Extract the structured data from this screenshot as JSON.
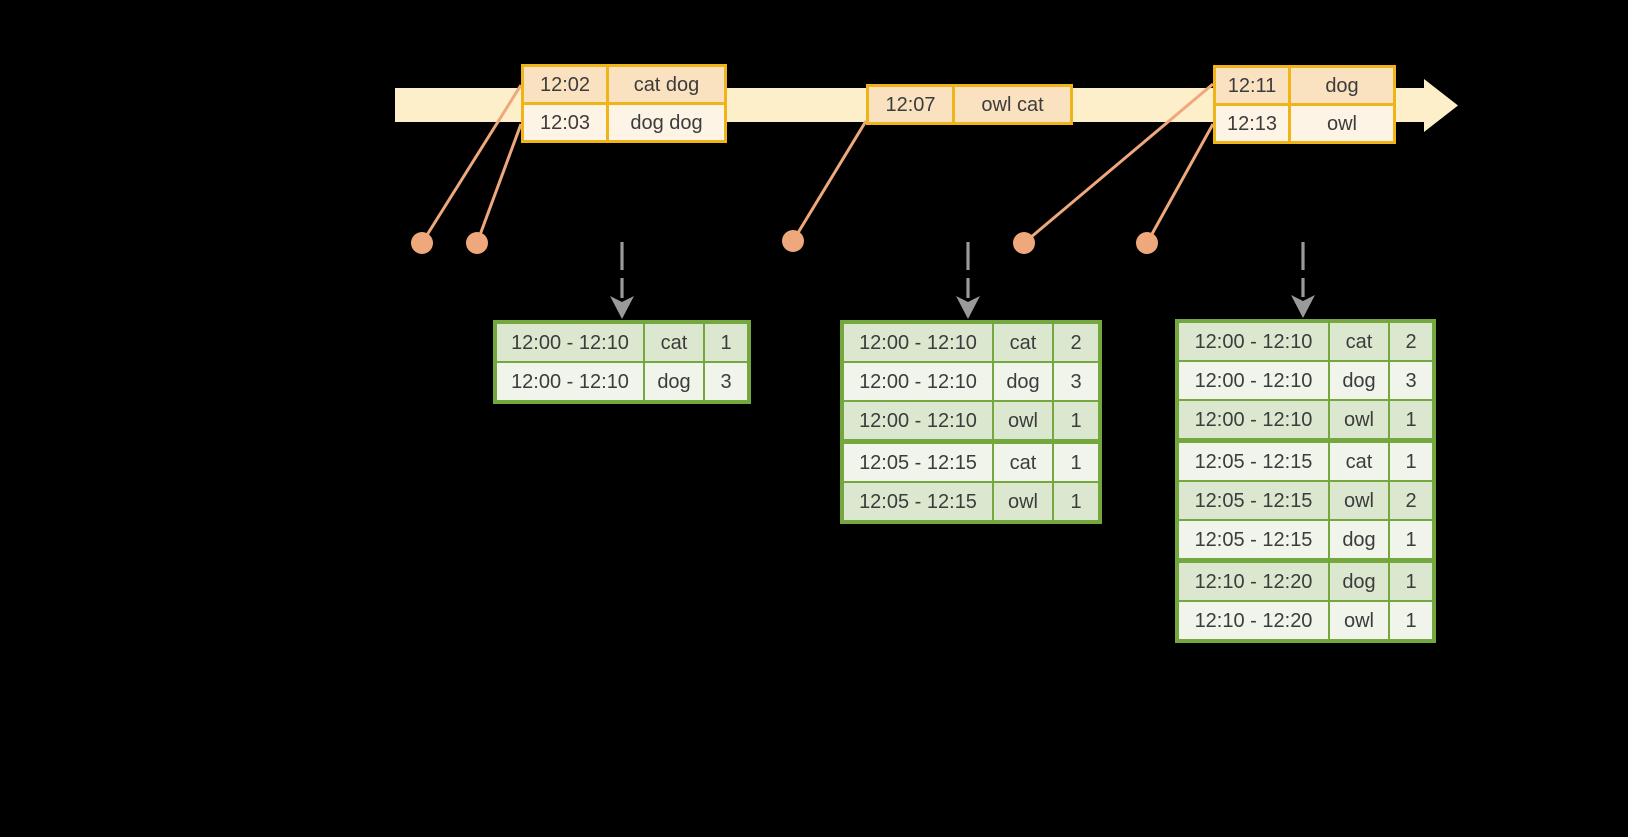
{
  "canvas": {
    "background": "#000000"
  },
  "colors": {
    "timeline_fill": "#FCEFC9",
    "event_table_border": "#F0B41B",
    "event_row_peach": "#FAE2C1",
    "event_row_cream": "#FDF4E5",
    "connector_salmon": "#EFA87C",
    "trigger_arrow_gray": "#9A9A9A",
    "result_table_border": "#75A73F",
    "result_row_sage": "#DCE7D0",
    "result_row_light": "#F0F4EA",
    "text": "#3C3C3C"
  },
  "event_tables": [
    {
      "rows": [
        {
          "time": "12:02",
          "words": "cat dog"
        },
        {
          "time": "12:03",
          "words": "dog dog"
        }
      ]
    },
    {
      "rows": [
        {
          "time": "12:07",
          "words": "owl cat"
        }
      ]
    },
    {
      "rows": [
        {
          "time": "12:11",
          "words": "dog"
        },
        {
          "time": "12:13",
          "words": "owl"
        }
      ]
    }
  ],
  "result_tables": [
    {
      "rows": [
        {
          "window": "12:00 - 12:10",
          "word": "cat",
          "count": "1"
        },
        {
          "window": "12:00 - 12:10",
          "word": "dog",
          "count": "3"
        }
      ]
    },
    {
      "rows": [
        {
          "window": "12:00 - 12:10",
          "word": "cat",
          "count": "2"
        },
        {
          "window": "12:00 - 12:10",
          "word": "dog",
          "count": "3"
        },
        {
          "window": "12:00 - 12:10",
          "word": "owl",
          "count": "1"
        },
        {
          "window": "12:05 - 12:15",
          "word": "cat",
          "count": "1"
        },
        {
          "window": "12:05 - 12:15",
          "word": "owl",
          "count": "1"
        }
      ]
    },
    {
      "rows": [
        {
          "window": "12:00 - 12:10",
          "word": "cat",
          "count": "2"
        },
        {
          "window": "12:00 - 12:10",
          "word": "dog",
          "count": "3"
        },
        {
          "window": "12:00 - 12:10",
          "word": "owl",
          "count": "1"
        },
        {
          "window": "12:05 - 12:15",
          "word": "cat",
          "count": "1"
        },
        {
          "window": "12:05 - 12:15",
          "word": "owl",
          "count": "2"
        },
        {
          "window": "12:05 - 12:15",
          "word": "dog",
          "count": "1"
        },
        {
          "window": "12:10 - 12:20",
          "word": "dog",
          "count": "1"
        },
        {
          "window": "12:10 - 12:20",
          "word": "owl",
          "count": "1"
        }
      ]
    }
  ]
}
